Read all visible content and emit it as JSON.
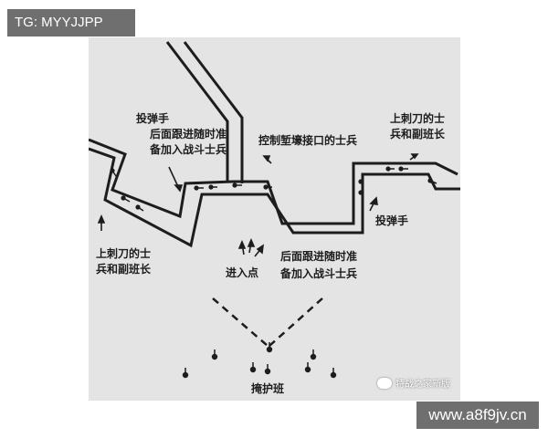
{
  "watermark_top": "TG: MYYJJPP",
  "watermark_bottom": "www.a8f9jv.cn",
  "watermark_corner": "特战之家新版",
  "labels": {
    "grenadier_left": "投弹手",
    "follow_left_1": "后面跟进随时准",
    "follow_left_2": "备加入战斗士兵",
    "control_entrance": "控制堑壕接口的士兵",
    "bayonet_right_1": "上刺刀的士",
    "bayonet_right_2": "兵和副班长",
    "bayonet_left_1": "上刺刀的士",
    "bayonet_left_2": "兵和副班长",
    "entry_point": "进入点",
    "follow_right_1": "后面跟进随时准",
    "follow_right_2": "备加入战斗士兵",
    "grenadier_right": "投弹手",
    "cover_squad": "掩护班"
  },
  "colors": {
    "ink": "#1d1d1d",
    "paper": "#e4e4e4",
    "tag": "#6f6f6f"
  }
}
